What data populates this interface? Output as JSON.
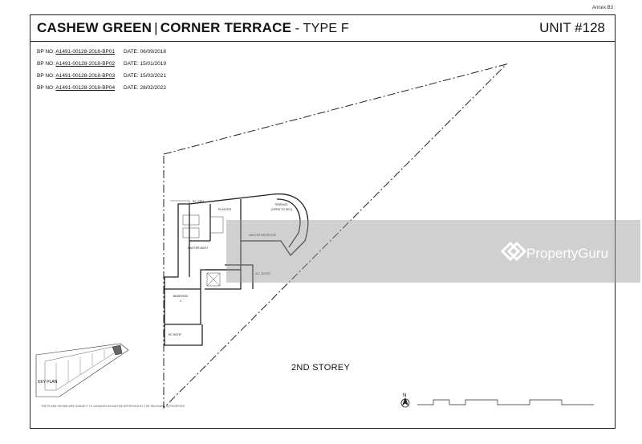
{
  "annex": "Annex B3",
  "header": {
    "project": "CASHEW GREEN",
    "divider": "|",
    "house_type": "CORNER TERRACE",
    "type_suffix": " - TYPE F",
    "unit": "UNIT #128"
  },
  "bp_entries": [
    {
      "label": "BP NO:",
      "number": "A1491-00128-2018-BP01",
      "date_label": "DATE:",
      "date": "06/09/2018"
    },
    {
      "label": "BP NO:",
      "number": "A1491-00128-2018-BP02",
      "date_label": "DATE:",
      "date": "15/01/2019"
    },
    {
      "label": "BP NO:",
      "number": "A1491-00128-2018-BP03",
      "date_label": "DATE:",
      "date": "15/03/2021"
    },
    {
      "label": "BP NO:",
      "number": "A1491-00128-2018-BP04",
      "date_label": "DATE:",
      "date": "28/02/2022"
    }
  ],
  "plan_labels": {
    "re_gen": "RC GEN",
    "planter": "PLANTER",
    "terrace": "TERRACE",
    "terrace_note": "(OPEN TO SKY)",
    "master_bedroom": "MASTER BEDROOM",
    "master_bath": "MASTER BATH",
    "ac_ledge": "A/C LEDGE",
    "bedroom": "BEDROOM",
    "bedroom_no": "2",
    "rc_roof": "RC ROOF"
  },
  "storey_label": "2ND STOREY",
  "north_label": "N",
  "keyplan_label": "KEY PLAN",
  "footnote": "THE PLANS SHOWN ARE SUBJECT TO CHANGES AS MAY BE APPROVED BY THE RELEVANT AUTHORITIES",
  "watermark": {
    "text": "PropertyGuru",
    "icon": "propertyguru-logo-icon"
  }
}
